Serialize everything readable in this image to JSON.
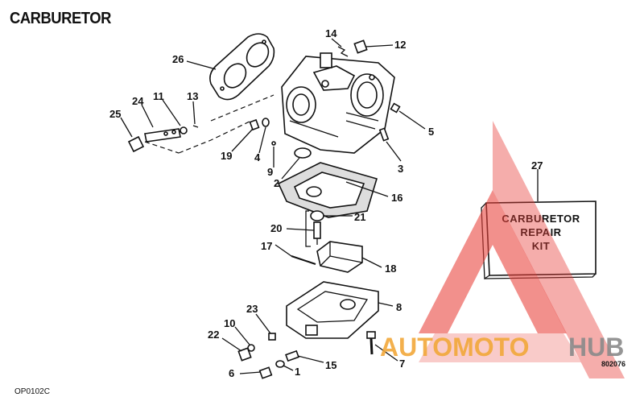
{
  "title": "CARBURETOR",
  "code_left": "OP0102C",
  "code_right": "802076",
  "kit": {
    "line1": "CARBURETOR",
    "line2": "REPAIR",
    "line3": "KIT"
  },
  "callouts": {
    "c1": "1",
    "c2": "2",
    "c3": "3",
    "c4": "4",
    "c5": "5",
    "c6": "6",
    "c7": "7",
    "c8": "8",
    "c9": "9",
    "c10": "10",
    "c11": "11",
    "c12": "12",
    "c13": "13",
    "c14": "14",
    "c15": "15",
    "c16": "16",
    "c17": "17",
    "c18": "18",
    "c19": "19",
    "c20": "20",
    "c21": "21",
    "c22": "22",
    "c23": "23",
    "c24": "24",
    "c25": "25",
    "c26": "26",
    "c27": "27"
  },
  "watermark": {
    "part1": "AUTOMOTO",
    "part2": "HUB",
    "color_red": "#e8403a",
    "color_orange": "#f2a83a",
    "color_gray": "#8a8a8a"
  }
}
